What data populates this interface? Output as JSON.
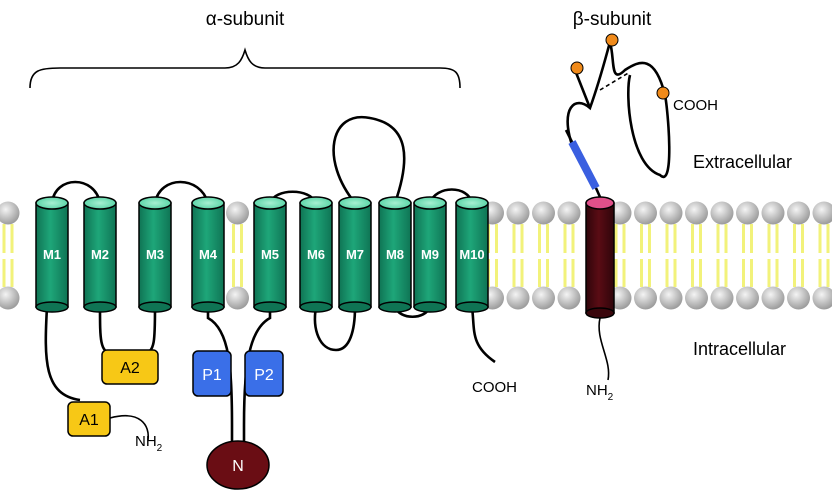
{
  "labels": {
    "alpha": "α-subunit",
    "beta": "β-subunit",
    "extracellular": "Extracellular",
    "intracellular": "Intracellular",
    "alpha_cooh": "COOH",
    "beta_cooh": "COOH",
    "alpha_nh2": "NH",
    "alpha_nh2_sub": "2",
    "beta_nh2": "NH",
    "beta_nh2_sub": "2"
  },
  "helices": [
    "M1",
    "M2",
    "M3",
    "M4",
    "M5",
    "M6",
    "M7",
    "M8",
    "M9",
    "M10"
  ],
  "domains": {
    "a1": "A1",
    "a2": "A2",
    "p1": "P1",
    "p2": "P2",
    "n": "N"
  },
  "colors": {
    "helix": "#18926a",
    "helix_top": "#6fe0b8",
    "actuator": "#f7c816",
    "phosphorylation": "#3a6fe8",
    "nucleotide": "#6a0d14",
    "beta_tm": "#4a0a10",
    "beta_cap": "#e0508a",
    "beta_link": "#3a5fe0",
    "glycan": "#f08a1a",
    "lipid_head": "#c8c8c8",
    "lipid_tail": "#f2f27a"
  }
}
